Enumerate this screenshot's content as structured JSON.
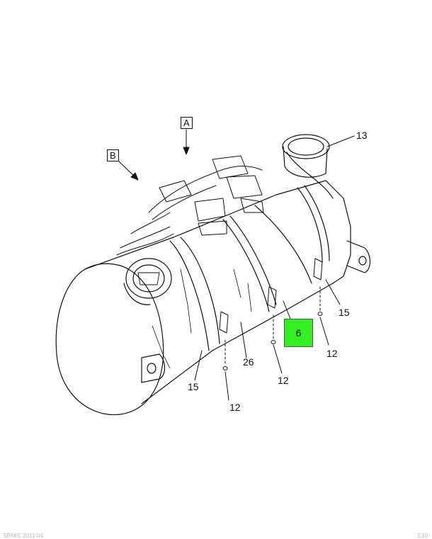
{
  "views": [
    "A",
    "B"
  ],
  "callouts": {
    "c13": "13",
    "c15_right": "15",
    "c15_left": "15",
    "c12_a": "12",
    "c12_b": "12",
    "c12_c": "12",
    "c26": "26",
    "c6": "6"
  },
  "colors": {
    "highlight": "#33ee22",
    "line": "#111111"
  },
  "footer": {
    "left": "SPAKE 2011-04",
    "right": "E10"
  }
}
